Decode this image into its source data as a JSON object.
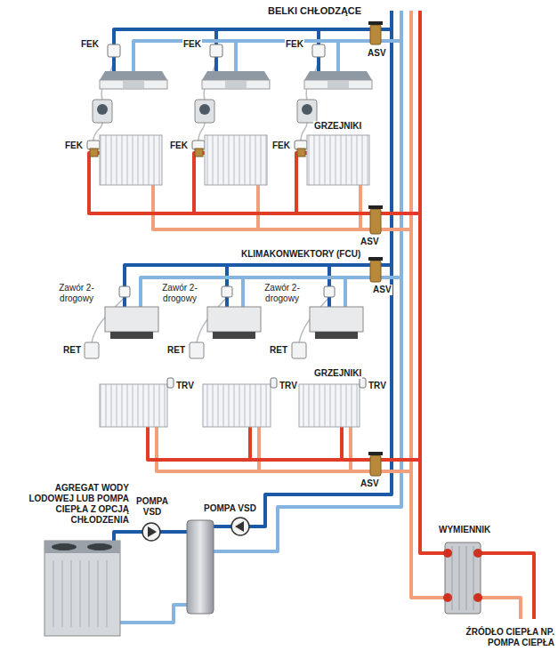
{
  "diagram": {
    "labels": [
      "BELKI CHŁODZĄCE",
      "FEK",
      "FEK",
      "FEK",
      "ASV",
      "GRZEJNIKI",
      "FEK",
      "FEK",
      "FEK",
      "ASV",
      "KLIMAKONWEKTORY (FCU)",
      "ASV",
      "Zawór 2-drogowy",
      "Zawór 2-drogowy",
      "Zawór 2-drogowy",
      "RET",
      "RET",
      "RET",
      "GRZEJNIKI",
      "TRV",
      "TRV",
      "TRV",
      "ASV",
      "AGREGAT WODY LODOWEJ LUB POMPA CIEPŁA Z OPCJĄ CHŁODZENIA",
      "POMPA VSD",
      "POMPA VSD",
      "WYMIENNIK",
      "ŹRÓDŁO CIEPŁA NP. POMPA CIEPŁA"
    ]
  }
}
